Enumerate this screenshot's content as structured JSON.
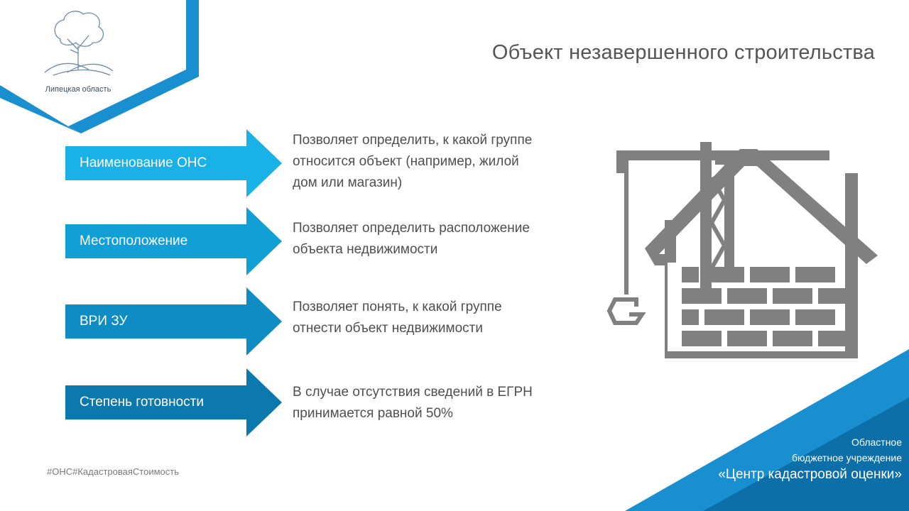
{
  "header": {
    "title": "Объект незавершенного строительства",
    "region_label": "Липецкая область"
  },
  "items": [
    {
      "label": "Наименование ОНС",
      "description_lines": [
        "Позволяет определить, к какой группе",
        "относится объект (например, жилой",
        "дом или магазин)"
      ],
      "color": "#1ab1e6"
    },
    {
      "label": "Местоположение",
      "description_lines": [
        "Позволяет определить расположение",
        "объекта недвижимости"
      ],
      "color": "#129fd6"
    },
    {
      "label": "ВРИ ЗУ",
      "description_lines": [
        "Позволяет понять, к какой группе",
        "отнести объект недвижимости"
      ],
      "color": "#0f8cc4"
    },
    {
      "label": "Степень готовности",
      "description_lines": [
        "В случае отсутствия сведений в ЕГРН",
        "принимается равной 50%"
      ],
      "color": "#0b79ae"
    }
  ],
  "footer": {
    "hashtags": "#ОНС#КадастроваяСтоимость",
    "org_line1": "Областное",
    "org_line2": "бюджетное учреждение",
    "org_line3": "«Центр кадастровой оценки»"
  },
  "colors": {
    "accent": "#1a8fd0",
    "accent_dark": "#0c6fa8",
    "icon_gray": "#7f7f7f"
  },
  "icons": [
    "tree-logo-icon",
    "construction-house-icon"
  ]
}
